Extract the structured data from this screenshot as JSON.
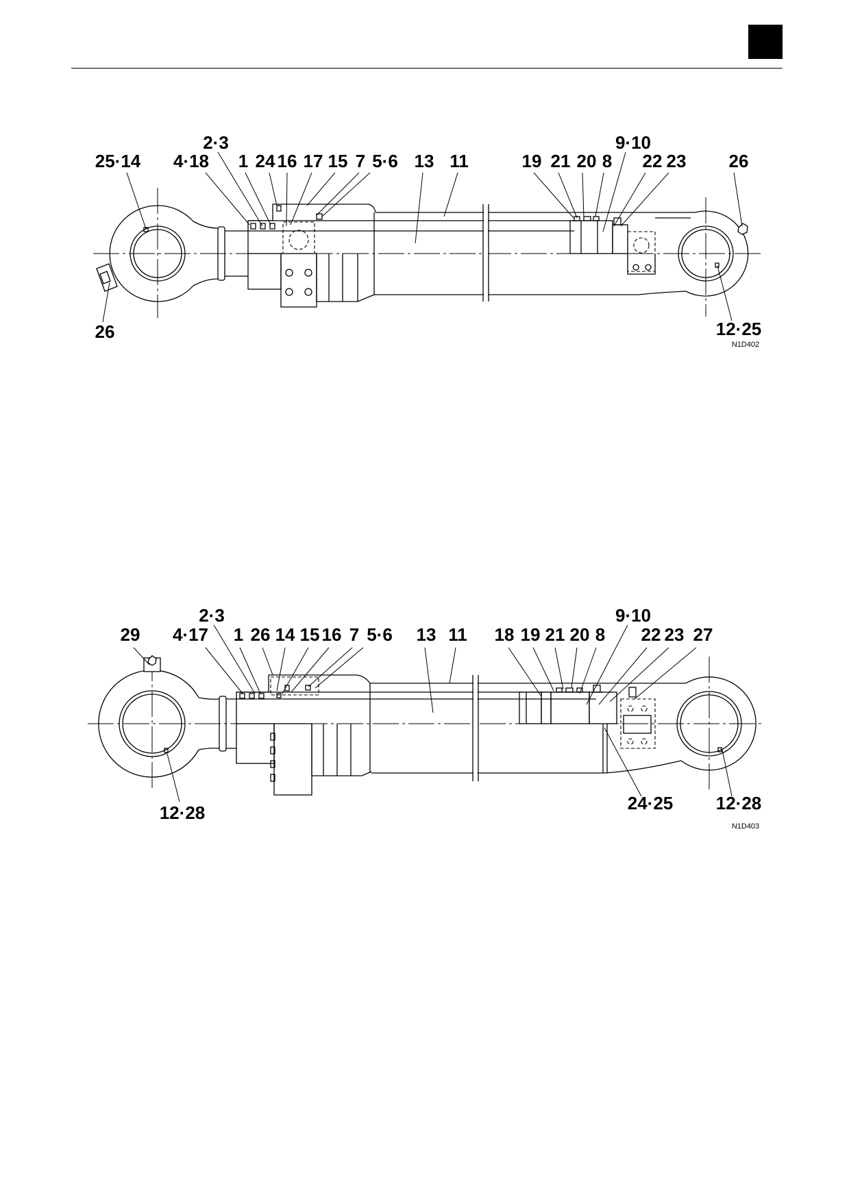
{
  "figures": [
    {
      "code": "N1D402",
      "labels": [
        "2·3",
        "25·14",
        "4·18",
        "1",
        "24",
        "16",
        "17",
        "15",
        "7",
        "5·6",
        "13",
        "11",
        "19",
        "21",
        "20",
        "8",
        "9·10",
        "22",
        "23",
        "26",
        "26",
        "12·25"
      ]
    },
    {
      "code": "N1D403",
      "labels": [
        "2·3",
        "29",
        "4·17",
        "1",
        "26",
        "14",
        "15",
        "16",
        "7",
        "5·6",
        "13",
        "11",
        "18",
        "19",
        "21",
        "20",
        "8",
        "9·10",
        "22",
        "23",
        "27",
        "24·25",
        "12·28",
        "12·28"
      ]
    }
  ]
}
